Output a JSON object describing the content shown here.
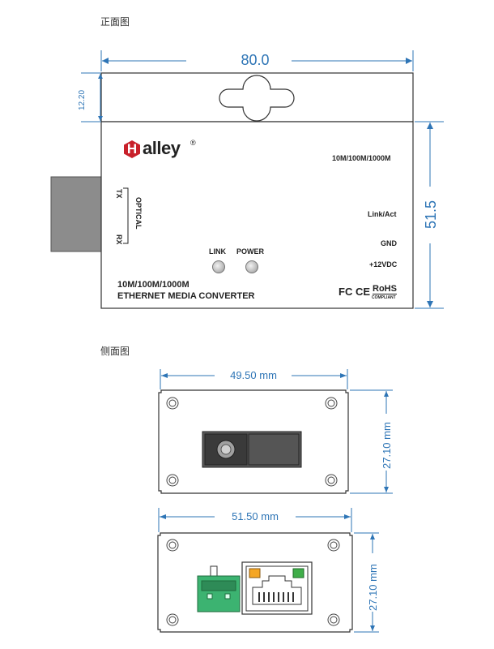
{
  "sections": {
    "front_title": "正面图",
    "side_title": "侧面图"
  },
  "front": {
    "width_dim": "80.0",
    "top_height_dim": "12.20",
    "height_dim": "51.5",
    "brand": "alley",
    "brand_initial": "H",
    "registered": "®",
    "speed_label": "10M/100M/1000M",
    "optical_label": "OPTICAL",
    "tx_label": "TX",
    "rx_label": "RX",
    "link_act_label": "Link/Act",
    "gnd_label": "GND",
    "power_label": "+12VDC",
    "led_link_label": "LINK",
    "led_power_label": "POWER",
    "product_speed": "10M/100M/1000M",
    "product_name": "ETHERNET MEDIA CONVERTER",
    "cert_fc": "FC",
    "cert_ce": "CE",
    "cert_rohs": "RoHS",
    "cert_compliant": "COMPLIANT"
  },
  "side1": {
    "width_dim": "49.50 mm",
    "height_dim": "27.10 mm"
  },
  "side2": {
    "width_dim": "51.50 mm",
    "height_dim": "27.10 mm"
  },
  "colors": {
    "dimension": "#2e75b6",
    "brand_red": "#c8202a",
    "terminal_green": "#3cb371",
    "led_orange": "#f5a623",
    "led_green": "#3fae49",
    "optical_module": "#8c8c8c"
  }
}
